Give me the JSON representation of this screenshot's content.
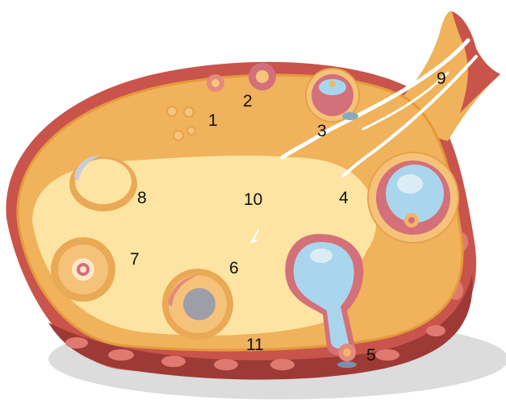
{
  "labels": {
    "l1": "1",
    "l2": "2",
    "l3": "3",
    "l4": "4",
    "l5": "5",
    "l6": "6",
    "l7": "7",
    "l8": "8",
    "l9": "9",
    "l10": "10",
    "l11": "11"
  },
  "colors": {
    "background": "#ffffff",
    "shadow": "#dcdcdc",
    "outer_tissue": "#c9544c",
    "outer_tissue_dark": "#9e3a35",
    "cortex": "#f0b25a",
    "cortex_rim": "#e39a3c",
    "medulla": "#fde4a2",
    "follicle_pink": "#d4707a",
    "antrum_blue": "#a9d6ec",
    "oocyte": "#f2b56b"
  }
}
